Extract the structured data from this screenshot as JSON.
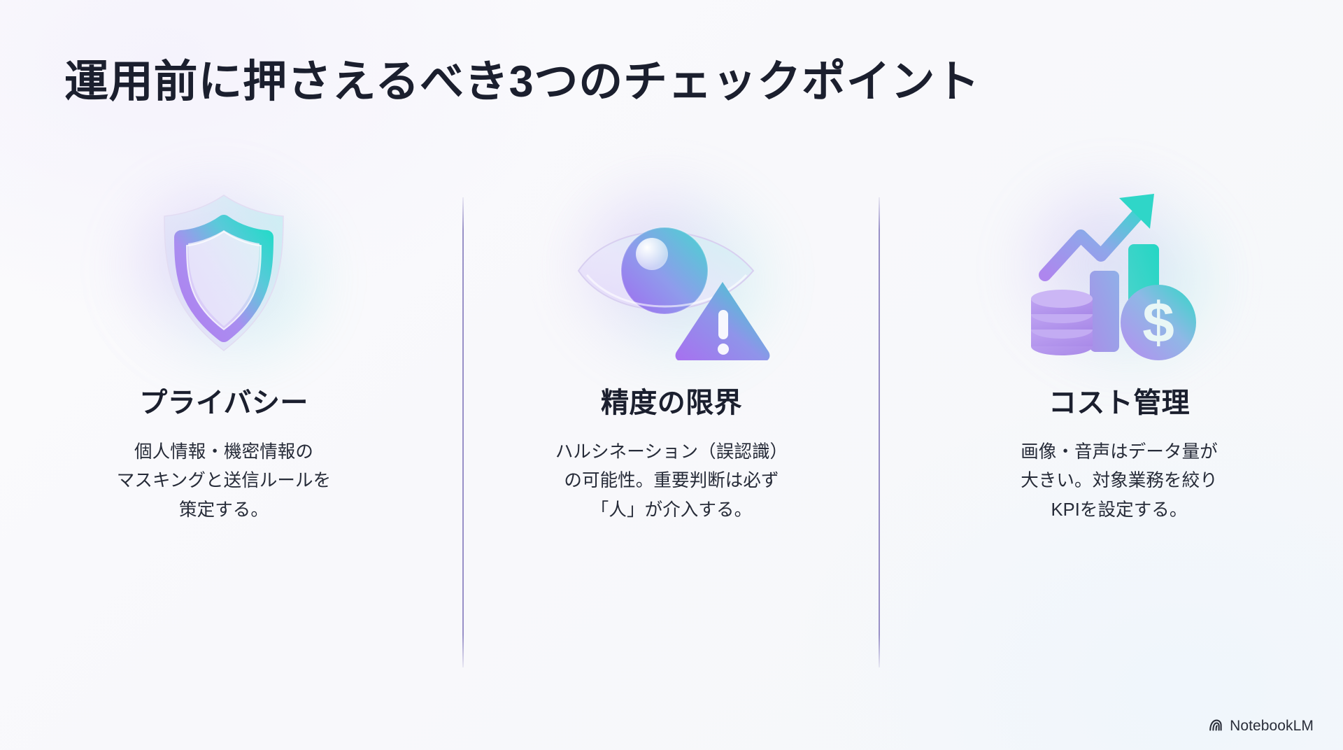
{
  "slide": {
    "title": "運用前に押さえるべき3つのチェックポイント",
    "background_color": "#fafafc",
    "accent_purple": "#a78bfa",
    "accent_cyan": "#2ed8c9",
    "text_color": "#1b1f2e",
    "divider_color": "#877dbe"
  },
  "columns": [
    {
      "icon": "shield-icon",
      "title": "プライバシー",
      "body": "個人情報・機密情報の\nマスキングと送信ルールを\n策定する。",
      "body_lines": [
        "個人情報・機密情報の",
        "マスキングと送信ルールを",
        "策定する。"
      ]
    },
    {
      "icon": "eye-warning-icon",
      "title": "精度の限界",
      "body": "ハルシネーション（誤認識）\nの可能性。重要判断は必ず\n「人」が介入する。",
      "body_lines": [
        "ハルシネーション（誤認識）",
        "の可能性。重要判断は必ず",
        "「人」が介入する。"
      ]
    },
    {
      "icon": "growth-chart-coins-icon",
      "title": "コスト管理",
      "body": "画像・音声はデータ量が\n大きい。対象業務を絞り\nKPIを設定する。",
      "body_lines": [
        "画像・音声はデータ量が",
        "大きい。対象業務を絞り",
        "KPIを設定する。"
      ]
    }
  ],
  "footer": {
    "brand_icon": "notebooklm-spiral-icon",
    "brand_name": "NotebookLM"
  }
}
